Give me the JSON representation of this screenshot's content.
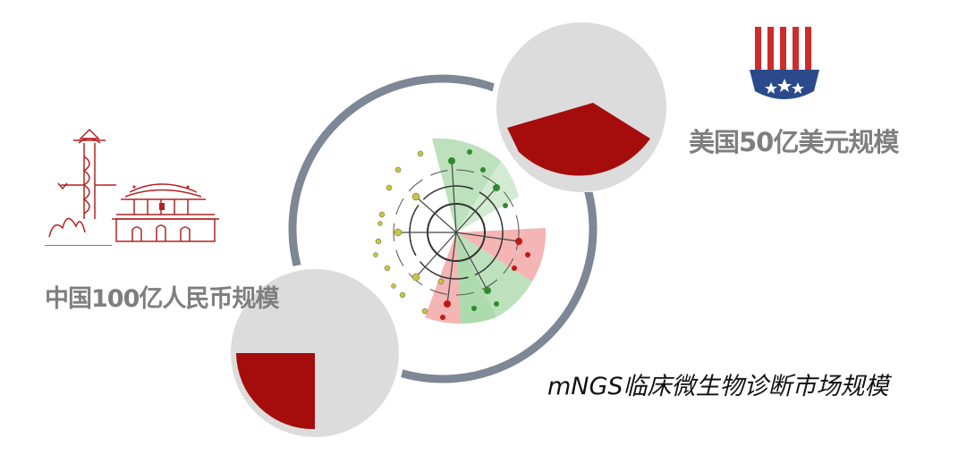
{
  "labels": {
    "us_market": "美国50亿美元规模",
    "cn_market": "中国100亿人民币规模",
    "main_title": "mNGS临床微生物诊断市场规模"
  },
  "icons": {
    "flag": "us-flag-icon",
    "landmark": "tiananmen-icon",
    "tree": "phylogenetic-tree-image"
  },
  "colors": {
    "ring": "#7d8795",
    "pie_bg": "#dcdcdc",
    "pie_fill": "#a50c0c",
    "flag_red": "#cc2c2c",
    "flag_blue": "#2b4a8c",
    "landmark": "#b22222"
  }
}
